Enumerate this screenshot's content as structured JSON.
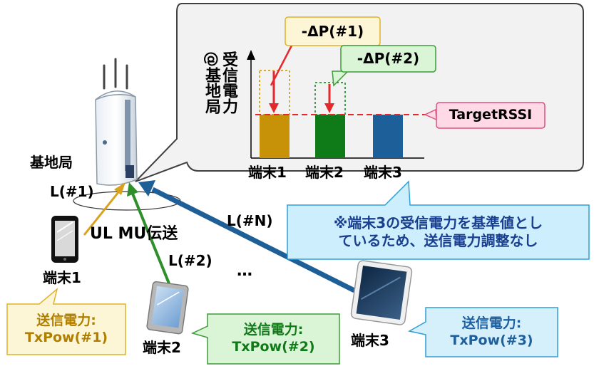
{
  "base_station": {
    "label": "基地局"
  },
  "chart": {
    "y_label": "受信電力\n@基地局",
    "terminals": [
      "端末1",
      "端末2",
      "端末3"
    ],
    "delta1": "-ΔP(#1)",
    "delta2": "-ΔP(#2)",
    "target": "TargetRSSI",
    "colors": {
      "t1": "#c89208",
      "t2": "#0e7a18",
      "t3": "#1d5f98",
      "target_line": "#e5282c"
    }
  },
  "links": {
    "l1": "L(#1)",
    "l2": "L(#2)",
    "lN": "L(#N)",
    "ul": "UL MU伝送",
    "dots": "…"
  },
  "terminals": {
    "t1": "端末1",
    "t2": "端末2",
    "t3": "端末3"
  },
  "txpow": {
    "t1_title": "送信電力:",
    "t1_value": "TxPow(#1)",
    "t2_title": "送信電力:",
    "t2_value": "TxPow(#2)",
    "t3_title": "送信電力:",
    "t3_value": "TxPow(#3)"
  },
  "note": {
    "line1": "※端末3の受信電力を基準値とし",
    "line2": "ているため、送信電力調整なし"
  }
}
